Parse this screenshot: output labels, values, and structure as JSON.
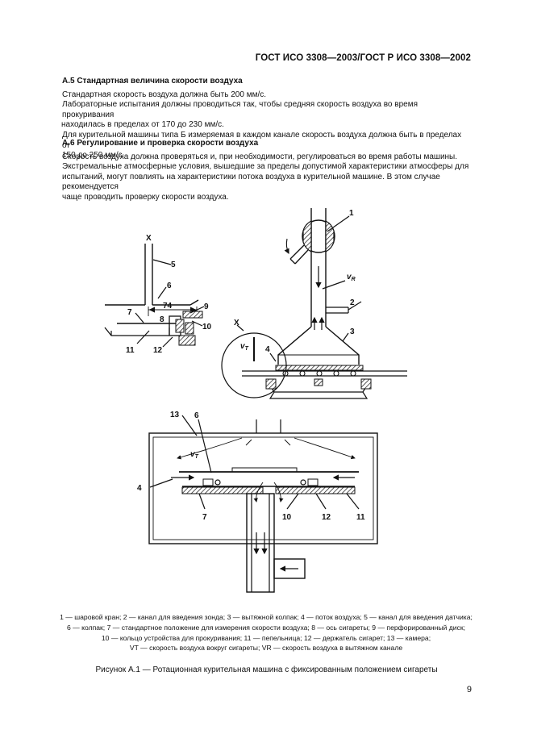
{
  "header": {
    "title": "ГОСТ ИСО 3308—2003/ГОСТ Р ИСО 3308—2002"
  },
  "sectionA5": {
    "heading": "А.5  Стандартная величина скорости воздуха",
    "p1": "Стандартная скорость воздуха должна быть 200 мм/с.",
    "p2a": "Лабораторные испытания должны проводиться так, чтобы средняя скорость воздуха во время прокуривания",
    "p2b": "находилась в пределах от 170 до 230 мм/с.",
    "p3a": "Для курительной машины типа Б измеряемая в каждом канале скорость воздуха должна быть в пределах от",
    "p3b": "150 до 250 мм/с."
  },
  "sectionA6": {
    "heading": "А.6  Регулирование и проверка скорости воздуха",
    "p1": "Скорость воздуха должна проверяться и, при необходимости, регулироваться во время работы машины.",
    "p2a": "Экстремальные атмосферные условия, вышедшие за пределы допустимой характеристики атмосферы для",
    "p2b": "испытаний, могут повлиять на характеристики потока воздуха в курительной машине. В этом случае рекомендуется",
    "p2c": "чаще проводить проверку скорости воздуха."
  },
  "figure": {
    "labels": {
      "n1": "1",
      "n2": "2",
      "n3": "3",
      "n4": "4",
      "n5": "5",
      "n6": "6",
      "n7": "7",
      "n8": "8",
      "n9": "9",
      "n10": "10",
      "n11": "11",
      "n12": "12",
      "n13": "13",
      "x": "X",
      "vr": "v",
      "vr_sub": "R",
      "vt": "v",
      "vt_sub": "T",
      "dim74": "74"
    }
  },
  "legend": {
    "line1": "1 — шаровой кран; 2 — канал для введения зонда; 3 — вытяжной колпак; 4 — поток воздуха; 5 — канал для введения датчика;",
    "line2": "6 — колпак; 7 — стандартное положение для измерения скорости воздуха; 8 — ось сигареты; 9 — перфорированный диск;",
    "line3": "10 — кольцо устройства для прокуривания; 11 — пепельница; 12 — держатель сигарет; 13 — камера;",
    "line4": "VT — скорость воздуха вокруг сигареты; VR — скорость воздуха в вытяжном канале"
  },
  "caption": "Рисунок А.1 — Ротационная курительная машина с фиксированным положением сигареты",
  "page_number": "9"
}
